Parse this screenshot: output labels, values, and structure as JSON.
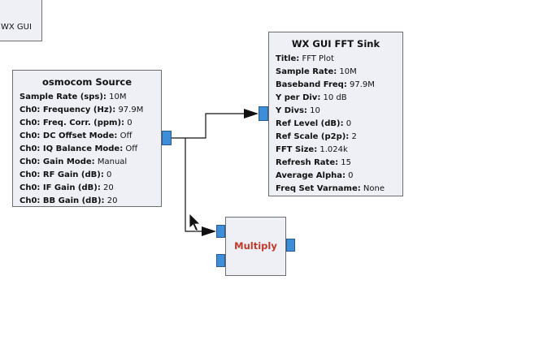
{
  "partial_block": {
    "label": "WX GUI"
  },
  "osmocom": {
    "title": "osmocom Source",
    "params": [
      {
        "name": "Sample Rate (sps):",
        "value": "10M"
      },
      {
        "name": "Ch0: Frequency (Hz):",
        "value": "97.9M"
      },
      {
        "name": "Ch0: Freq. Corr. (ppm):",
        "value": "0"
      },
      {
        "name": "Ch0: DC Offset Mode:",
        "value": "Off"
      },
      {
        "name": "Ch0: IQ Balance Mode:",
        "value": "Off"
      },
      {
        "name": "Ch0: Gain Mode:",
        "value": "Manual"
      },
      {
        "name": "Ch0: RF Gain (dB):",
        "value": "0"
      },
      {
        "name": "Ch0: IF Gain (dB):",
        "value": "20"
      },
      {
        "name": "Ch0: BB Gain (dB):",
        "value": "20"
      }
    ]
  },
  "fft_sink": {
    "title": "WX GUI FFT Sink",
    "params": [
      {
        "name": "Title:",
        "value": "FFT Plot"
      },
      {
        "name": "Sample Rate:",
        "value": "10M"
      },
      {
        "name": "Baseband Freq:",
        "value": "97.9M"
      },
      {
        "name": "Y per Div:",
        "value": "10 dB"
      },
      {
        "name": "Y Divs:",
        "value": "10"
      },
      {
        "name": "Ref Level (dB):",
        "value": "0"
      },
      {
        "name": "Ref Scale (p2p):",
        "value": "2"
      },
      {
        "name": "FFT Size:",
        "value": "1.024k"
      },
      {
        "name": "Refresh Rate:",
        "value": "15"
      },
      {
        "name": "Average Alpha:",
        "value": "0"
      },
      {
        "name": "Freq Set Varname:",
        "value": "None"
      }
    ]
  },
  "multiply": {
    "label": "Multiply"
  },
  "colors": {
    "block_bg": "#eef0f6",
    "block_border": "#6d6d72",
    "port": "#3e8dd8",
    "multiply_text": "#c0392b",
    "wire": "#111111"
  }
}
